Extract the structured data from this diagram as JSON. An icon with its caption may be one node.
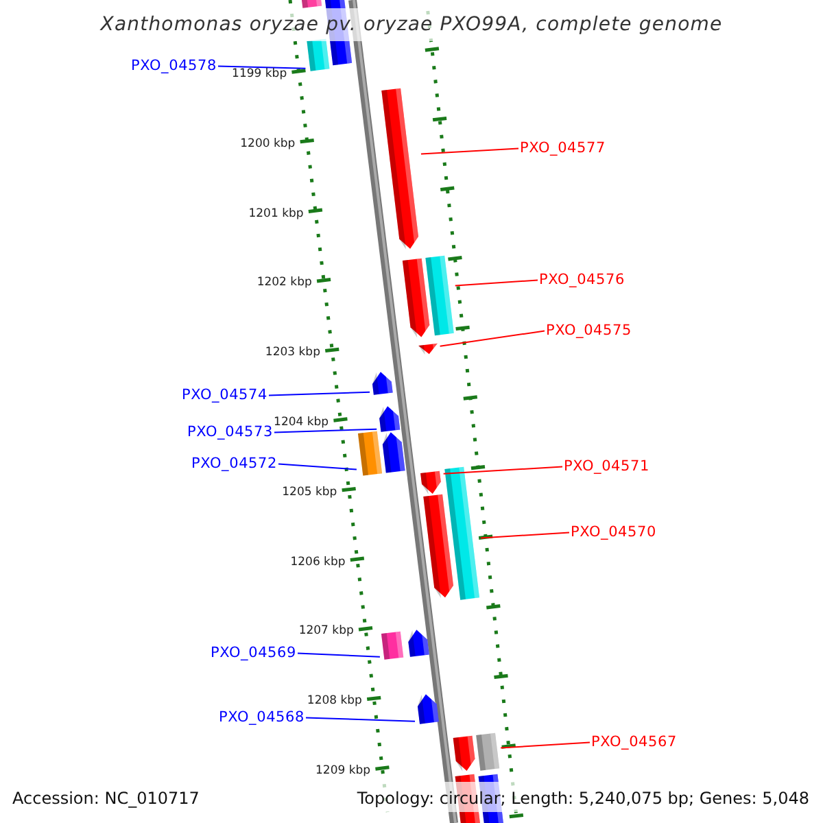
{
  "diagram": {
    "title": "Xanthomonas oryzae pv. oryzae PXO99A, complete genome",
    "nodes": [
      {
        "text": [
          "PXO_04578"
        ]
      },
      {
        "text": [
          "PXO_04577"
        ]
      },
      {
        "text": [
          "PXO_04576"
        ]
      },
      {
        "text": [
          "PXO_04575"
        ]
      },
      {
        "text": [
          "PXO_04574"
        ]
      },
      {
        "text": [
          "PXO_04573"
        ]
      },
      {
        "text": [
          "PXO_04572"
        ]
      },
      {
        "text": [
          "PXO_04571"
        ]
      },
      {
        "text": [
          "PXO_04570"
        ]
      },
      {
        "text": [
          "PXO_04569"
        ]
      },
      {
        "text": [
          "PXO_04568"
        ]
      },
      {
        "text": [
          "PXO_04567"
        ]
      },
      {
        "text": [],
        "shape": "box"
      },
      {
        "text": [],
        "shape": "box"
      },
      {
        "text": [],
        "shape": "box"
      },
      {
        "text": [],
        "shape": "arrow"
      },
      {
        "text": [],
        "shape": "box"
      },
      {
        "text": [],
        "shape": "arrow"
      },
      {
        "text": [],
        "shape": "triangle"
      },
      {
        "text": [],
        "shape": "arrow"
      },
      {
        "text": [],
        "shape": "arrow"
      },
      {
        "text": [],
        "shape": "box"
      },
      {
        "text": [],
        "shape": "arrow"
      },
      {
        "text": [],
        "shape": "box"
      },
      {
        "text": [],
        "shape": "arrow"
      },
      {
        "text": [],
        "shape": "arrow"
      },
      {
        "text": [],
        "shape": "box"
      },
      {
        "text": [],
        "shape": "arrow"
      },
      {
        "text": [],
        "shape": "arrow"
      },
      {
        "text": [],
        "shape": "box"
      },
      {
        "text": [],
        "shape": "arrow"
      },
      {
        "text": [],
        "shape": "box"
      },
      {
        "text": [],
        "shape": "box"
      }
    ],
    "edges": [
      {
        "from": 0,
        "to": 14,
        "arrow": "none",
        "color": "#0000ff"
      },
      {
        "from": 1,
        "to": 15,
        "arrow": "none",
        "color": "#ff0000"
      },
      {
        "from": 2,
        "to": 16,
        "arrow": "none",
        "color": "#ff0000"
      },
      {
        "from": 3,
        "to": 18,
        "arrow": "none",
        "color": "#ff0000"
      },
      {
        "from": 4,
        "to": 19,
        "arrow": "none",
        "color": "#0000ff"
      },
      {
        "from": 5,
        "to": 20,
        "arrow": "none",
        "color": "#0000ff"
      },
      {
        "from": 6,
        "to": 21,
        "arrow": "none",
        "color": "#0000ff"
      },
      {
        "from": 7,
        "to": 24,
        "arrow": "none",
        "color": "#ff0000"
      },
      {
        "from": 8,
        "to": 23,
        "arrow": "none",
        "color": "#ff0000"
      },
      {
        "from": 9,
        "to": 26,
        "arrow": "none",
        "color": "#0000ff"
      },
      {
        "from": 10,
        "to": 28,
        "arrow": "none",
        "color": "#0000ff"
      },
      {
        "from": 11,
        "to": 29,
        "arrow": "none",
        "color": "#ff0000"
      }
    ],
    "labels": [
      "1199 kbp",
      "1200 kbp",
      "1201 kbp",
      "1202 kbp",
      "1203 kbp",
      "1204 kbp",
      "1205 kbp",
      "1206 kbp",
      "1207 kbp",
      "1208 kbp",
      "1209 kbp",
      "Accession: NC_010717",
      "Topology: circular; Length: 5,240,075 bp; Genes: 5,048"
    ]
  }
}
